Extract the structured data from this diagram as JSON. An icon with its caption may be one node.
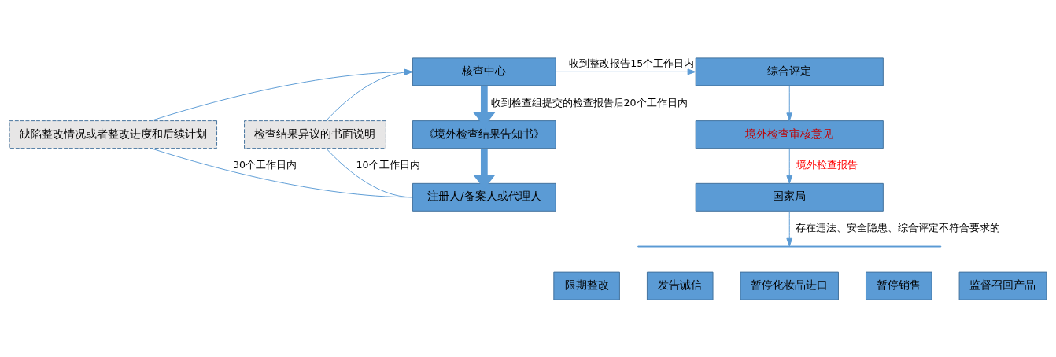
{
  "diagram": {
    "nodes": [
      {
        "text": [
          "缺陷整改情况或者整改进度和后续计划"
        ]
      },
      {
        "text": [
          "检查结果异议的书面说明"
        ]
      },
      {
        "text": [
          "核查中心"
        ]
      },
      {
        "text": [
          "《境外检查结果告知书》"
        ]
      },
      {
        "text": [
          "注册人/备案人或代理人"
        ]
      },
      {
        "text": [
          "综合评定"
        ]
      },
      {
        "text": [
          "境外检查审核意见"
        ]
      },
      {
        "text": [
          "国家局"
        ]
      },
      {
        "text": [],
        "shape": "bar"
      },
      {
        "text": [
          "限期整改"
        ]
      },
      {
        "text": [
          "发告诫信"
        ]
      },
      {
        "text": [
          "暂停化妆品进口"
        ]
      },
      {
        "text": [
          "暂停销售"
        ]
      },
      {
        "text": [
          "监督召回产品"
        ]
      }
    ],
    "edges": [
      {
        "from": 4,
        "to": 0,
        "arrow": "none",
        "label": "30个工作日内"
      },
      {
        "from": 4,
        "to": 1,
        "arrow": "none",
        "label": "10个工作日内"
      },
      {
        "from": 0,
        "to": 2,
        "arrow": "to"
      },
      {
        "from": 1,
        "to": 2,
        "arrow": "to"
      },
      {
        "from": 2,
        "to": 3,
        "arrow": "to",
        "style": "thick",
        "label": "收到检查组提交的检查报告后20个工作日内"
      },
      {
        "from": 3,
        "to": 4,
        "arrow": "to",
        "style": "thick"
      },
      {
        "from": 2,
        "to": 5,
        "arrow": "to",
        "label": "收到整改报告15个工作日内"
      },
      {
        "from": 5,
        "to": 6,
        "arrow": "to"
      },
      {
        "from": 6,
        "to": 7,
        "arrow": "to",
        "label": "境外检查报告"
      },
      {
        "from": 7,
        "to": 8,
        "arrow": "to",
        "label": "存在违法、安全隐患、综合评定不符合要求的"
      }
    ]
  }
}
